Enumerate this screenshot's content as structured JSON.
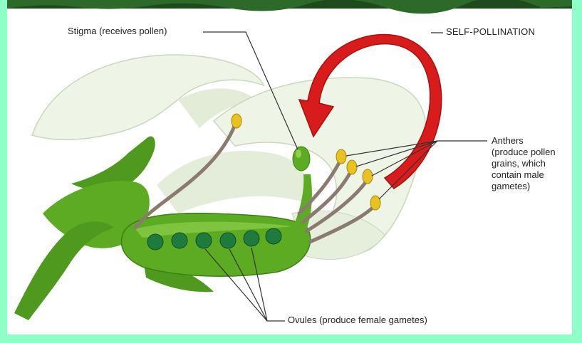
{
  "labels": {
    "stigma": "Stigma (receives pollen)",
    "self_pollination": "SELF-POLLINATION",
    "anthers": [
      "Anthers",
      "(produce pollen",
      "grains, which",
      "contain male",
      "gametes)"
    ],
    "ovules": "Ovules (produce female gametes)"
  },
  "colors": {
    "border": "#8fffc8",
    "top_strip": "#1e4a1e",
    "petal": "#eef4e6",
    "sepal": "#4f9a1e",
    "ovary": "#5cab22",
    "ovule": "#1f7a3e",
    "filament": "#8a7a70",
    "anther": "#e8c21e",
    "arrow": "#d81c1c",
    "leader": "#333333"
  }
}
